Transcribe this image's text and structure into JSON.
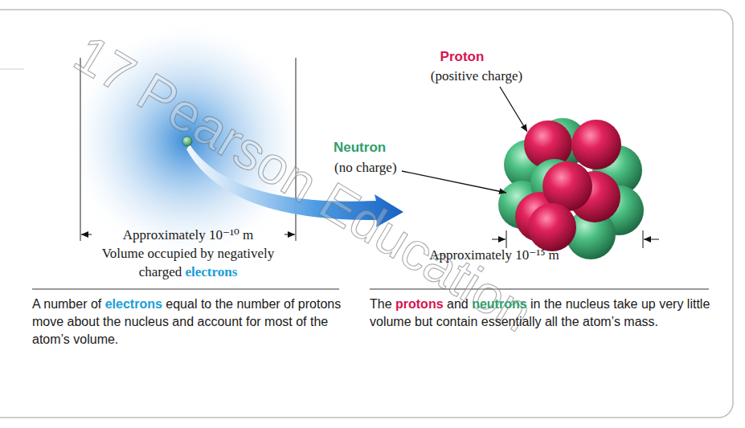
{
  "diagram": {
    "labels": [
      "Proton",
      "(positive charge)",
      "Neutron",
      "(no charge)",
      "Approximately 10⁻¹⁰ m",
      "Volume occupied by negatively charged electrons",
      "Approximately 10⁻¹⁵ m",
      "A number of electrons equal to the number of protons move about the nucleus and account for most of the atom’s volume.",
      "The protons and neutrons in the nucleus take up very little volume but contain essentially all the atom’s mass.",
      "17 Pearson Education"
    ]
  }
}
